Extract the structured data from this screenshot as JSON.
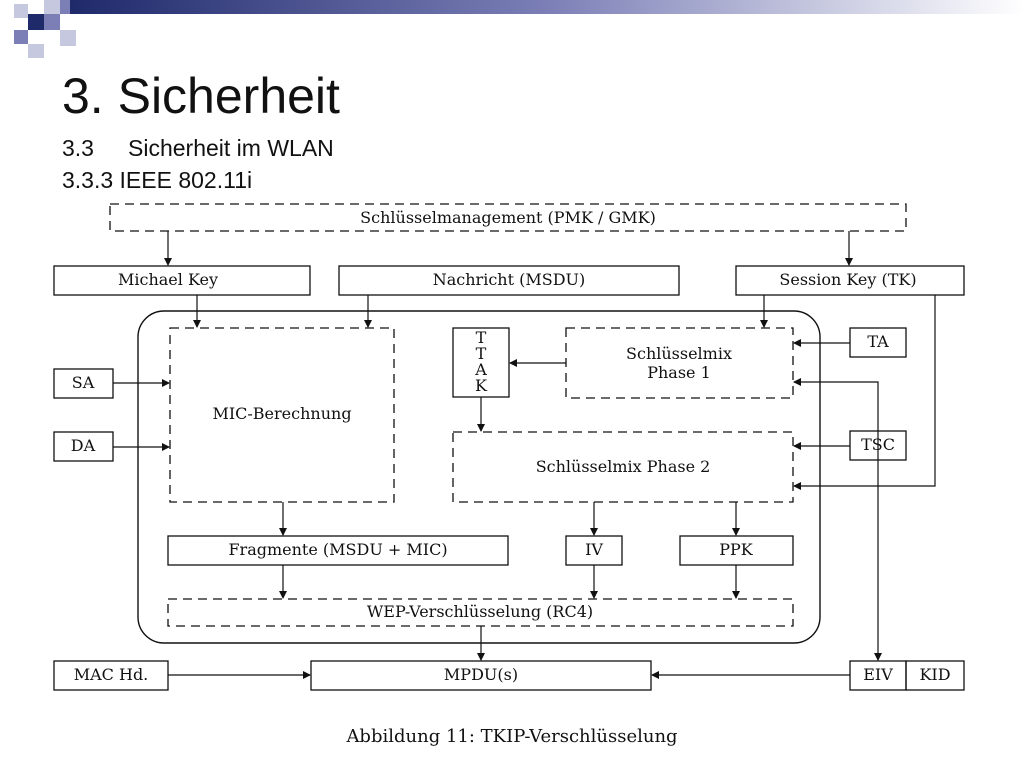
{
  "slide": {
    "title": "3. Sicherheit",
    "subtitle_number": "3.3",
    "subtitle_text": "Sicherheit im WLAN",
    "section": "3.3.3 IEEE 802.11i",
    "caption": "Abbildung 11: TKIP-Verschlüsselung",
    "accent_colors": [
      "#1f2a6b",
      "#7b7fb6",
      "#c6c8e0"
    ]
  },
  "diagram": {
    "key_management": "Schlüsselmanagement (PMK / GMK)",
    "michael_key": "Michael Key",
    "message": "Nachricht (MSDU)",
    "session_key": "Session Key (TK)",
    "sa": "SA",
    "da": "DA",
    "ta": "TA",
    "tsc": "TSC",
    "mic_calc": "MIC-Berechnung",
    "ttak": [
      "T",
      "T",
      "A",
      "K"
    ],
    "key_mix_1_line1": "Schlüsselmix",
    "key_mix_1_line2": "Phase 1",
    "key_mix_2": "Schlüsselmix Phase 2",
    "fragments": "Fragmente (MSDU + MIC)",
    "iv": "IV",
    "ppk": "PPK",
    "wep": "WEP-Verschlüsselung (RC4)",
    "mac_header": "MAC Hd.",
    "mpdu": "MPDU(s)",
    "eiv": "EIV",
    "kid": "KID"
  }
}
